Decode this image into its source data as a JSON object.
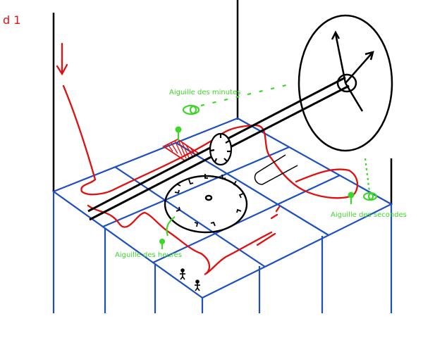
{
  "sketch": {
    "corner_note": "d 1",
    "labels": {
      "minutes": "Aiguille des minutes",
      "seconds": "Aiguille des secondes",
      "hours": "Aiguille des heures"
    },
    "colors": {
      "frame": "#1d4fc0",
      "ink": "#000000",
      "path": "#e01010",
      "annotation": "#3fd62a"
    }
  }
}
